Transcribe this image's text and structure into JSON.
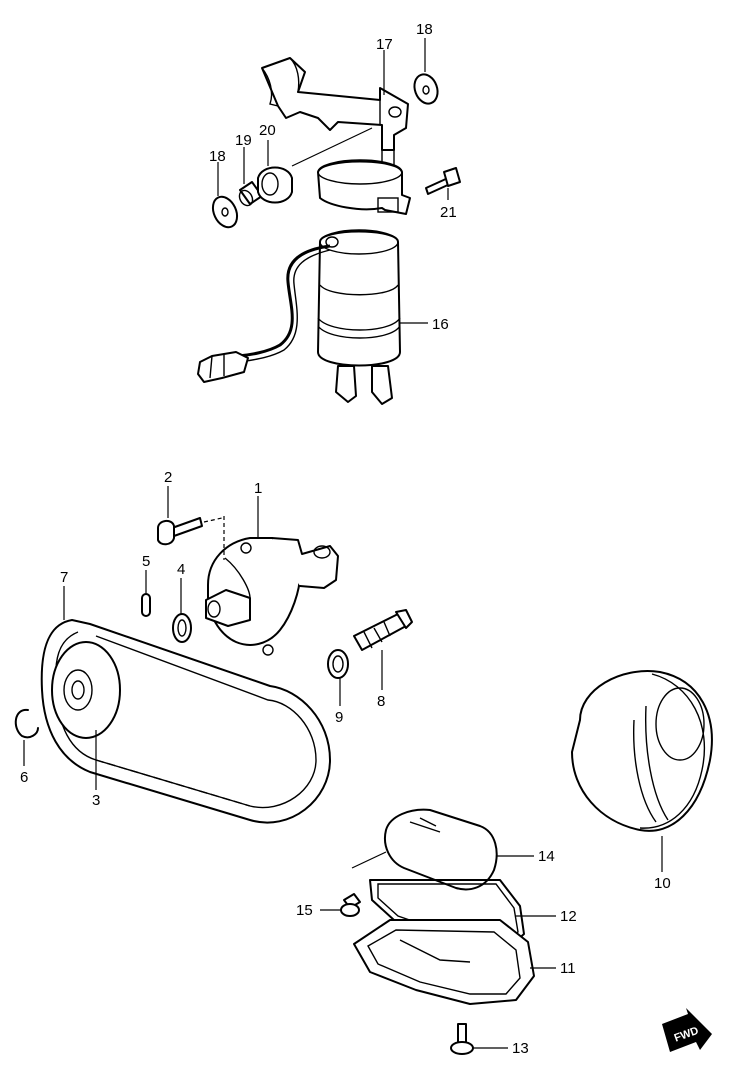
{
  "callouts": {
    "c1": "1",
    "c2": "2",
    "c3": "3",
    "c4": "4",
    "c5": "5",
    "c6": "6",
    "c7": "7",
    "c8": "8",
    "c9": "9",
    "c10": "10",
    "c11": "11",
    "c12": "12",
    "c13": "13",
    "c14": "14",
    "c15": "15",
    "c16": "16",
    "c17": "17",
    "c18a": "18",
    "c18b": "18",
    "c19": "19",
    "c20": "20",
    "c21": "21"
  },
  "fwd_badge": "FWD"
}
